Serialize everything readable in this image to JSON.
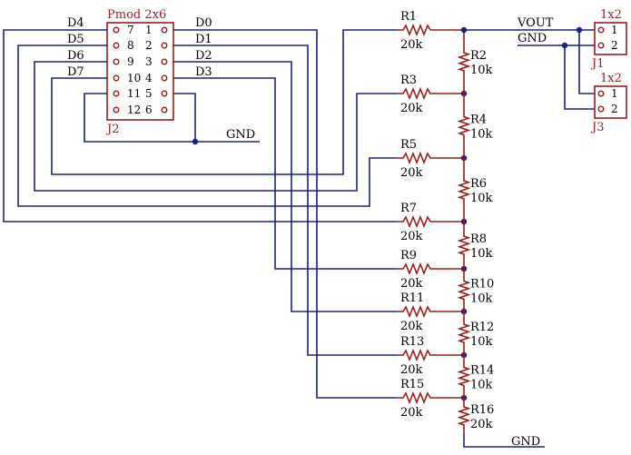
{
  "connector_j2": {
    "title": "Pmod 2x6",
    "ref": "J2",
    "left_pins": [
      "7",
      "8",
      "9",
      "10",
      "11",
      "12"
    ],
    "right_pins": [
      "1",
      "2",
      "3",
      "4",
      "5",
      "6"
    ]
  },
  "signals_left": [
    "D4",
    "D5",
    "D6",
    "D7"
  ],
  "signals_right": [
    "D0",
    "D1",
    "D2",
    "D3"
  ],
  "gnd_labels": [
    "GND",
    "GND",
    "GND"
  ],
  "vout_label": "VOUT",
  "connector_j1": {
    "title": "1x2",
    "ref": "J1",
    "pins": [
      "1",
      "2"
    ]
  },
  "connector_j3": {
    "title": "1x2",
    "ref": "J3",
    "pins": [
      "1",
      "2"
    ]
  },
  "series_resistors": [
    {
      "ref": "R1",
      "value": "20k"
    },
    {
      "ref": "R3",
      "value": "20k"
    },
    {
      "ref": "R5",
      "value": "20k"
    },
    {
      "ref": "R7",
      "value": "20k"
    },
    {
      "ref": "R9",
      "value": "20k"
    },
    {
      "ref": "R11",
      "value": "20k"
    },
    {
      "ref": "R13",
      "value": "20k"
    },
    {
      "ref": "R15",
      "value": "20k"
    }
  ],
  "ladder_resistors": [
    {
      "ref": "R2",
      "value": "10k"
    },
    {
      "ref": "R4",
      "value": "10k"
    },
    {
      "ref": "R6",
      "value": "10k"
    },
    {
      "ref": "R8",
      "value": "10k"
    },
    {
      "ref": "R10",
      "value": "10k"
    },
    {
      "ref": "R12",
      "value": "10k"
    },
    {
      "ref": "R14",
      "value": "10k"
    },
    {
      "ref": "R16",
      "value": "20k"
    }
  ]
}
